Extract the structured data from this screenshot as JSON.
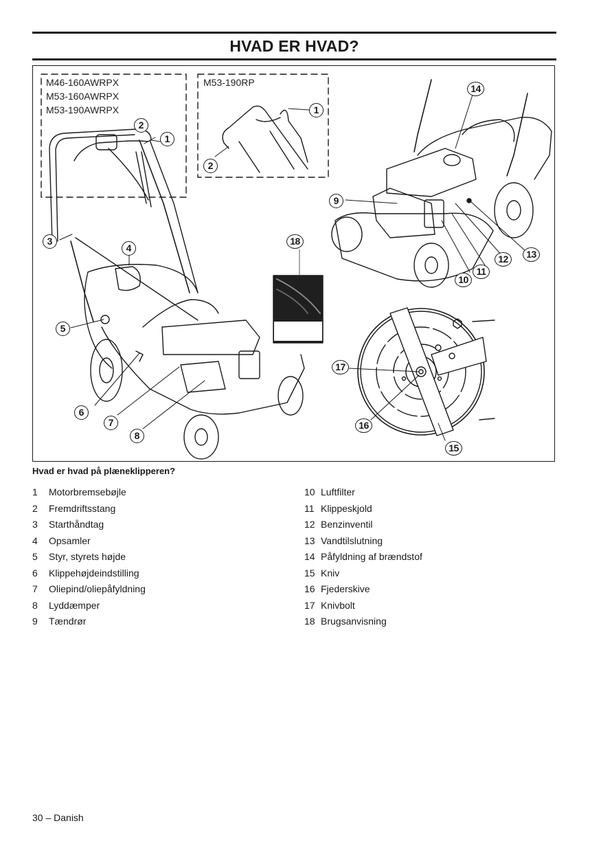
{
  "header": {
    "title": "HVAD ER HVAD?"
  },
  "figure": {
    "model_group_a": [
      "M46-160AWRPX",
      "M53-160AWRPX",
      "M53-190AWRPX"
    ],
    "model_group_b": [
      "M53-190RP"
    ],
    "callouts": {
      "inset_a_1": "1",
      "inset_a_2": "2",
      "inset_b_1": "1",
      "inset_b_2": "2",
      "c3": "3",
      "c4": "4",
      "c5": "5",
      "c6": "6",
      "c7": "7",
      "c8": "8",
      "c9": "9",
      "c10": "10",
      "c11": "11",
      "c12": "12",
      "c13": "13",
      "c14": "14",
      "c15": "15",
      "c16": "16",
      "c17": "17",
      "c18": "18"
    }
  },
  "caption": "Hvad er hvad på plæneklipperen?",
  "legend_left": [
    {
      "num": "1",
      "label": "Motorbremsebøjle"
    },
    {
      "num": "2",
      "label": "Fremdriftsstang"
    },
    {
      "num": "3",
      "label": "Starthåndtag"
    },
    {
      "num": "4",
      "label": "Opsamler"
    },
    {
      "num": "5",
      "label": "Styr, styrets højde"
    },
    {
      "num": "6",
      "label": "Klippehøjdeindstilling"
    },
    {
      "num": "7",
      "label": "Oliepind/oliepåfyldning"
    },
    {
      "num": "8",
      "label": "Lyddæmper"
    },
    {
      "num": "9",
      "label": "Tændrør"
    }
  ],
  "legend_right": [
    {
      "num": "10",
      "label": "Luftfilter"
    },
    {
      "num": "11",
      "label": "Klippeskjold"
    },
    {
      "num": "12",
      "label": "Benzinventil"
    },
    {
      "num": "13",
      "label": "Vandtilslutning"
    },
    {
      "num": "14",
      "label": "Påfyldning af brændstof"
    },
    {
      "num": "15",
      "label": "Kniv"
    },
    {
      "num": "16",
      "label": "Fjederskive"
    },
    {
      "num": "17",
      "label": "Knivbolt"
    },
    {
      "num": "18",
      "label": "Brugsanvisning"
    }
  ],
  "footer": {
    "page_label": "30 – Danish"
  }
}
